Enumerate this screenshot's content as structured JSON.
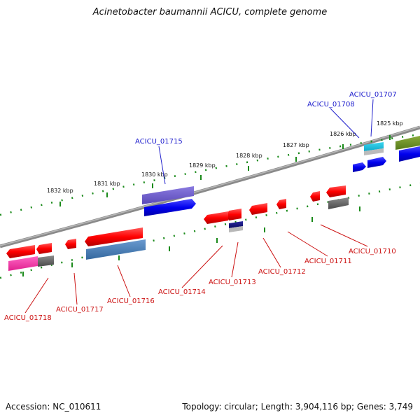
{
  "title": "Acinetobacter baumannii ACICU, complete genome",
  "footer": {
    "accession": "Accession: NC_010611",
    "stats": "Topology: circular; Length: 3,904,116 bp; Genes: 3,749"
  },
  "colors": {
    "backbone": "#8a8a8a",
    "tick": "#1a8a1a",
    "label_forward": "#1a1acc",
    "label_reverse": "#cc1111",
    "leader_forward": "#2222cc",
    "leader_reverse": "#cc1111"
  },
  "kbp_labels": [
    "1825 kbp",
    "1826 kbp",
    "1827 kbp",
    "1828 kbp",
    "1829 kbp",
    "1830 kbp",
    "1831 kbp",
    "1832 kbp"
  ],
  "forward_genes": [
    "ACICU_01707",
    "ACICU_01708",
    "ACICU_01715"
  ],
  "reverse_genes": [
    "ACICU_01710",
    "ACICU_01711",
    "ACICU_01712",
    "ACICU_01713",
    "ACICU_01714",
    "ACICU_01716",
    "ACICU_01717",
    "ACICU_01718"
  ]
}
